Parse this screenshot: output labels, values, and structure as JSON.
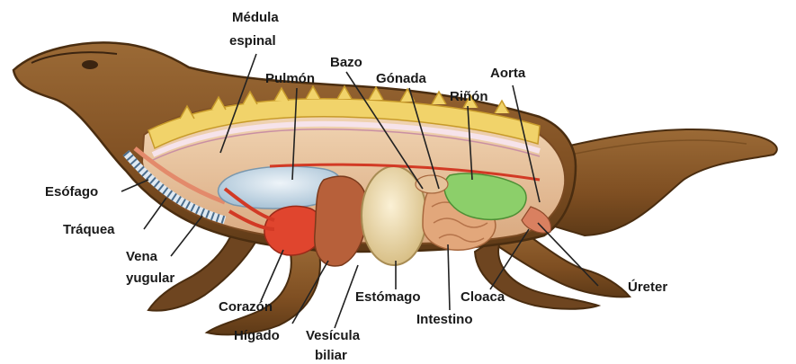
{
  "labels": {
    "medula_1": "Médula",
    "medula_2": "espinal",
    "pulmon": "Pulmón",
    "bazo": "Bazo",
    "gonada": "Gónada",
    "aorta": "Aorta",
    "rinon": "Riñón",
    "esofago": "Esófago",
    "traquea": "Tráquea",
    "vena_1": "Vena",
    "vena_2": "yugular",
    "corazon": "Corazón",
    "higado": "Hígado",
    "vesicula_1": "Vesícula",
    "vesicula_2": "biliar",
    "estomago": "Estómago",
    "intestino": "Intestino",
    "cloaca": "Cloaca",
    "ureter": "Úreter"
  },
  "colors": {
    "skin": "#8a5a2b",
    "skin_dark": "#5e3a17",
    "body_cavity": "#e9c9a4",
    "spine_bone": "#f1d36a",
    "spinal_cord": "#f6e3ea",
    "lung": "#c9dbe8",
    "heart": "#e0452e",
    "liver": "#b7603a",
    "stomach": "#eedbb0",
    "kidney": "#8ccf6a",
    "intestine": "#e2a77b"
  }
}
